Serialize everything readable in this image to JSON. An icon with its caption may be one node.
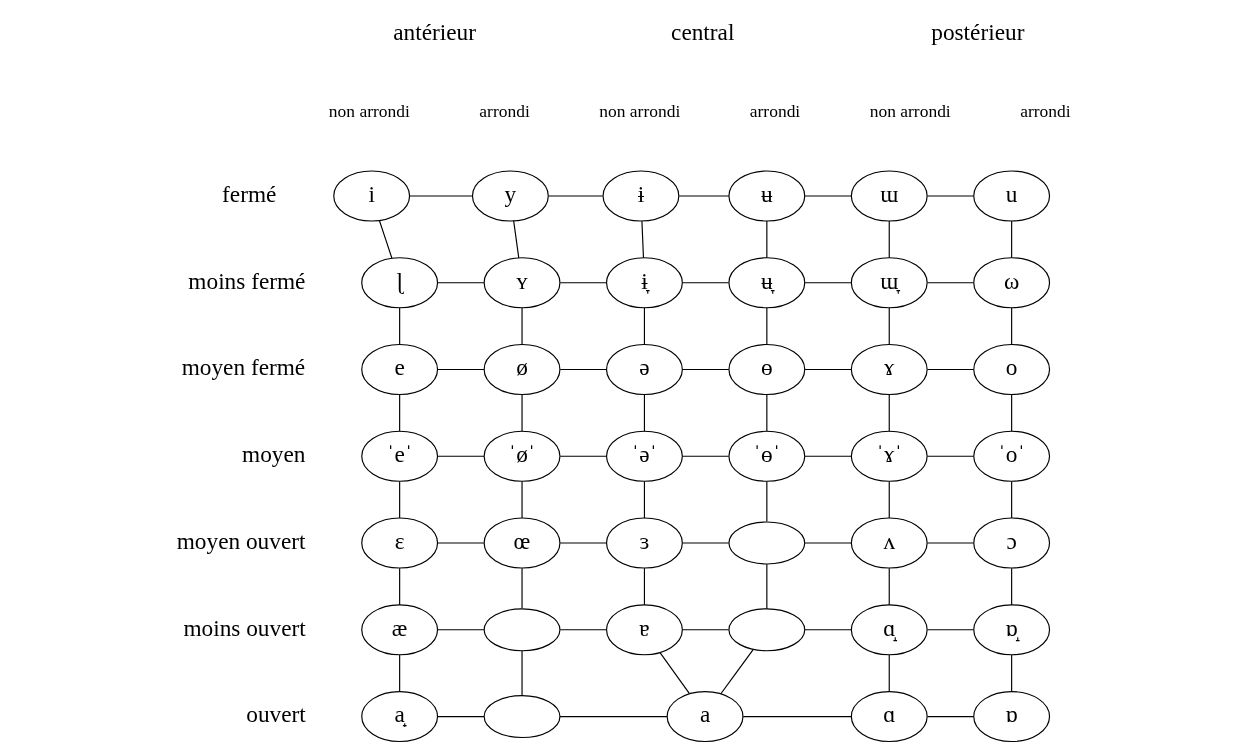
{
  "diagram": {
    "nodes": [
      {
        "text": [
          "i"
        ]
      },
      {
        "text": [
          "y"
        ]
      },
      {
        "text": [
          "ɨ"
        ]
      },
      {
        "text": [
          "ʉ"
        ]
      },
      {
        "text": [
          "ɯ"
        ]
      },
      {
        "text": [
          "u"
        ]
      },
      {
        "text": [
          "ɭ"
        ]
      },
      {
        "text": [
          "ʏ"
        ]
      },
      {
        "text": [
          "ɨ̞"
        ]
      },
      {
        "text": [
          "ʉ̞"
        ]
      },
      {
        "text": [
          "ɯ̞"
        ]
      },
      {
        "text": [
          "ω"
        ]
      },
      {
        "text": [
          "e"
        ]
      },
      {
        "text": [
          "ø"
        ]
      },
      {
        "text": [
          "ə"
        ]
      },
      {
        "text": [
          "ɵ"
        ]
      },
      {
        "text": [
          "ɤ"
        ]
      },
      {
        "text": [
          "o"
        ]
      },
      {
        "text": [
          "ˈeˈ"
        ]
      },
      {
        "text": [
          "ˈøˈ"
        ]
      },
      {
        "text": [
          "ˈəˈ"
        ]
      },
      {
        "text": [
          "ˈɵˈ"
        ]
      },
      {
        "text": [
          "ˈɤˈ"
        ]
      },
      {
        "text": [
          "ˈoˈ"
        ]
      },
      {
        "text": [
          "ɛ"
        ]
      },
      {
        "text": [
          "œ"
        ]
      },
      {
        "text": [
          "ɜ"
        ]
      },
      {
        "text": [],
        "shape": "ellipse"
      },
      {
        "text": [
          "ʌ"
        ]
      },
      {
        "text": [
          "ɔ"
        ]
      },
      {
        "text": [
          "æ"
        ]
      },
      {
        "text": [],
        "shape": "ellipse"
      },
      {
        "text": [
          "ɐ"
        ]
      },
      {
        "text": [],
        "shape": "ellipse"
      },
      {
        "text": [
          "ɑ̝"
        ]
      },
      {
        "text": [
          "ɒ̝"
        ]
      },
      {
        "text": [
          "a̟"
        ]
      },
      {
        "text": [],
        "shape": "ellipse"
      },
      {
        "text": [
          "a"
        ]
      },
      {
        "text": [
          "ɑ"
        ]
      },
      {
        "text": [
          "ɒ"
        ]
      }
    ],
    "edges": [
      {
        "from": 0,
        "to": 1,
        "arrow": "none"
      },
      {
        "from": 1,
        "to": 2,
        "arrow": "none"
      },
      {
        "from": 2,
        "to": 3,
        "arrow": "none"
      },
      {
        "from": 3,
        "to": 4,
        "arrow": "none"
      },
      {
        "from": 4,
        "to": 5,
        "arrow": "none"
      },
      {
        "from": 0,
        "to": 6,
        "arrow": "none"
      },
      {
        "from": 1,
        "to": 7,
        "arrow": "none"
      },
      {
        "from": 2,
        "to": 8,
        "arrow": "none"
      },
      {
        "from": 3,
        "to": 9,
        "arrow": "none"
      },
      {
        "from": 4,
        "to": 10,
        "arrow": "none"
      },
      {
        "from": 5,
        "to": 11,
        "arrow": "none"
      },
      {
        "from": 6,
        "to": 7,
        "arrow": "none"
      },
      {
        "from": 7,
        "to": 8,
        "arrow": "none"
      },
      {
        "from": 8,
        "to": 9,
        "arrow": "none"
      },
      {
        "from": 9,
        "to": 10,
        "arrow": "none"
      },
      {
        "from": 10,
        "to": 11,
        "arrow": "none"
      },
      {
        "from": 6,
        "to": 12,
        "arrow": "none"
      },
      {
        "from": 7,
        "to": 13,
        "arrow": "none"
      },
      {
        "from": 8,
        "to": 14,
        "arrow": "none"
      },
      {
        "from": 9,
        "to": 15,
        "arrow": "none"
      },
      {
        "from": 10,
        "to": 16,
        "arrow": "none"
      },
      {
        "from": 11,
        "to": 17,
        "arrow": "none"
      },
      {
        "from": 12,
        "to": 13,
        "arrow": "none"
      },
      {
        "from": 13,
        "to": 14,
        "arrow": "none"
      },
      {
        "from": 14,
        "to": 15,
        "arrow": "none"
      },
      {
        "from": 15,
        "to": 16,
        "arrow": "none"
      },
      {
        "from": 16,
        "to": 17,
        "arrow": "none"
      },
      {
        "from": 12,
        "to": 18,
        "arrow": "none"
      },
      {
        "from": 13,
        "to": 19,
        "arrow": "none"
      },
      {
        "from": 14,
        "to": 20,
        "arrow": "none"
      },
      {
        "from": 15,
        "to": 21,
        "arrow": "none"
      },
      {
        "from": 16,
        "to": 22,
        "arrow": "none"
      },
      {
        "from": 17,
        "to": 23,
        "arrow": "none"
      },
      {
        "from": 18,
        "to": 19,
        "arrow": "none"
      },
      {
        "from": 19,
        "to": 20,
        "arrow": "none"
      },
      {
        "from": 20,
        "to": 21,
        "arrow": "none"
      },
      {
        "from": 21,
        "to": 22,
        "arrow": "none"
      },
      {
        "from": 22,
        "to": 23,
        "arrow": "none"
      },
      {
        "from": 18,
        "to": 24,
        "arrow": "none"
      },
      {
        "from": 19,
        "to": 25,
        "arrow": "none"
      },
      {
        "from": 20,
        "to": 26,
        "arrow": "none"
      },
      {
        "from": 21,
        "to": 27,
        "arrow": "none"
      },
      {
        "from": 22,
        "to": 28,
        "arrow": "none"
      },
      {
        "from": 23,
        "to": 29,
        "arrow": "none"
      },
      {
        "from": 24,
        "to": 25,
        "arrow": "none"
      },
      {
        "from": 25,
        "to": 26,
        "arrow": "none"
      },
      {
        "from": 26,
        "to": 27,
        "arrow": "none"
      },
      {
        "from": 27,
        "to": 28,
        "arrow": "none"
      },
      {
        "from": 28,
        "to": 29,
        "arrow": "none"
      },
      {
        "from": 24,
        "to": 30,
        "arrow": "none"
      },
      {
        "from": 25,
        "to": 31,
        "arrow": "none"
      },
      {
        "from": 26,
        "to": 32,
        "arrow": "none"
      },
      {
        "from": 27,
        "to": 33,
        "arrow": "none"
      },
      {
        "from": 28,
        "to": 34,
        "arrow": "none"
      },
      {
        "from": 29,
        "to": 35,
        "arrow": "none"
      },
      {
        "from": 30,
        "to": 31,
        "arrow": "none"
      },
      {
        "from": 31,
        "to": 32,
        "arrow": "none"
      },
      {
        "from": 32,
        "to": 33,
        "arrow": "none"
      },
      {
        "from": 33,
        "to": 34,
        "arrow": "none"
      },
      {
        "from": 34,
        "to": 35,
        "arrow": "none"
      },
      {
        "from": 30,
        "to": 36,
        "arrow": "none"
      },
      {
        "from": 31,
        "to": 37,
        "arrow": "none"
      },
      {
        "from": 32,
        "to": 38,
        "arrow": "none"
      },
      {
        "from": 33,
        "to": 38,
        "arrow": "none"
      },
      {
        "from": 34,
        "to": 39,
        "arrow": "none"
      },
      {
        "from": 35,
        "to": 40,
        "arrow": "none"
      },
      {
        "from": 36,
        "to": 37,
        "arrow": "none"
      },
      {
        "from": 37,
        "to": 38,
        "arrow": "none"
      },
      {
        "from": 38,
        "to": 39,
        "arrow": "none"
      },
      {
        "from": 39,
        "to": 40,
        "arrow": "none"
      }
    ],
    "labels": [
      "antérieur",
      "central",
      "postérieur",
      "non arrondi",
      "arrondi",
      "non arrondi",
      "arrondi",
      "non arrondi",
      "arrondi",
      "fermé",
      "moins fermé",
      "moyen fermé",
      "moyen",
      "moyen ouvert",
      "moins ouvert",
      "ouvert"
    ]
  }
}
